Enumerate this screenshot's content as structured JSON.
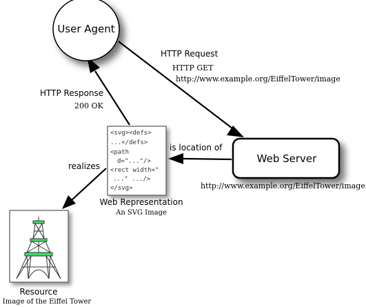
{
  "nodes": {
    "user_agent": "User Agent",
    "web_server": "Web Server",
    "web_representation": "Web Representation",
    "web_representation_sub": "An SVG Image",
    "resource": "Resource",
    "resource_sub": "Image of the Eiffel Tower"
  },
  "edges": {
    "request_label": "HTTP Request",
    "request_method": "HTTP GET",
    "request_url": "http://www.example.org/EiffelTower/image",
    "response_label": "HTTP Response",
    "response_code": "200 OK",
    "location_label": "is location of",
    "realizes_label": "realizes",
    "server_url": "http://www.example.org/EiffelTower/image"
  },
  "svg_code": {
    "line1": "<svg><defs>",
    "line2": "...</defs>",
    "line3": "<path",
    "line4": "d=\"...\"/>",
    "line5": "<rect width=\"",
    "line6": "...\" .../>",
    "line7": "</svg>"
  },
  "colors": {
    "tower_band": "#3ddc6a"
  }
}
